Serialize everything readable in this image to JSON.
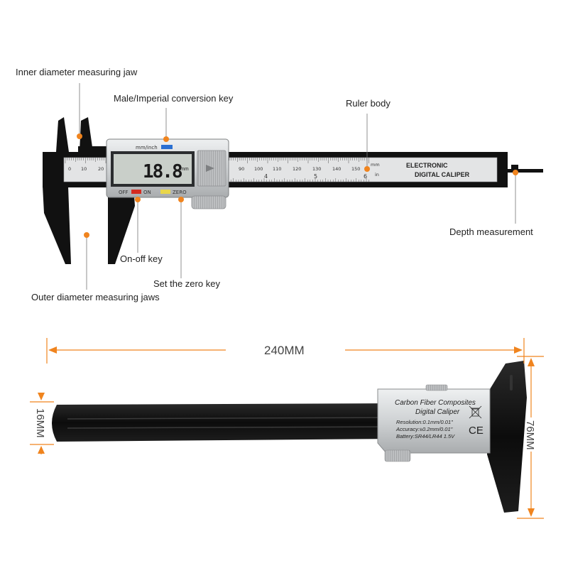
{
  "callouts": {
    "inner_jaw": "Inner diameter measuring jaw",
    "conversion_key": "Male/Imperial conversion key",
    "ruler_body": "Ruler body",
    "depth": "Depth measurement",
    "on_off": "On-off key",
    "zero_key": "Set the zero key",
    "outer_jaws": "Outer diameter measuring jaws"
  },
  "caliper": {
    "brand_line1": "ELECTRONIC",
    "brand_line2": "DIGITAL CALIPER",
    "unit_mm": "mm",
    "unit_in": "in",
    "display_value": "18.8",
    "display_unit": "mm",
    "mode_label": "mm/inch",
    "off_label": "OFF",
    "on_label": "ON",
    "zero_label": "ZERO",
    "scale_left": [
      "0",
      "10",
      "20"
    ],
    "scale_right": [
      "90",
      "100",
      "110",
      "120",
      "130",
      "140",
      "150"
    ],
    "inch_marks": [
      "4",
      "5",
      "6"
    ]
  },
  "plate": {
    "line1": "Carbon Fiber Composites",
    "line2": "Digital Caliper",
    "line3": "Resolution:0.1mm/0.01\"",
    "line4": "Accuracy:±0.2mm/0.01\"",
    "line5": "Battery:SR44/LR44 1.5V",
    "ce": "CE"
  },
  "dimensions": {
    "length": "240MM",
    "thickness": "16MM",
    "height": "76MM"
  },
  "colors": {
    "accent": "#f0841e",
    "body_black": "#111111",
    "silver": "#d6d8da",
    "lcd": "#c9cfc9",
    "key_red": "#d42a1f",
    "key_yellow": "#e9d64a",
    "key_blue": "#2a6fd1"
  }
}
